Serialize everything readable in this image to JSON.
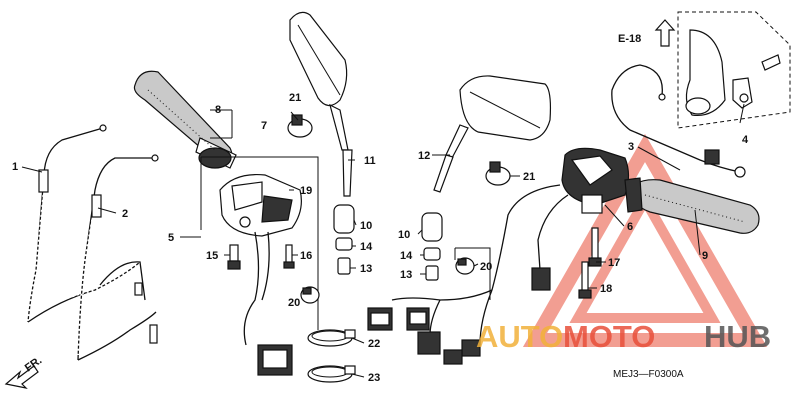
{
  "callouts": [
    {
      "id": "label-1",
      "text": "1"
    },
    {
      "id": "label-2",
      "text": "2"
    },
    {
      "id": "label-3",
      "text": "3"
    },
    {
      "id": "label-4",
      "text": "4"
    },
    {
      "id": "label-5",
      "text": "5"
    },
    {
      "id": "label-6",
      "text": "6"
    },
    {
      "id": "label-7",
      "text": "7"
    },
    {
      "id": "label-8",
      "text": "8"
    },
    {
      "id": "label-9",
      "text": "9"
    },
    {
      "id": "label-10a",
      "text": "10"
    },
    {
      "id": "label-10b",
      "text": "10"
    },
    {
      "id": "label-11",
      "text": "11"
    },
    {
      "id": "label-12",
      "text": "12"
    },
    {
      "id": "label-13a",
      "text": "13"
    },
    {
      "id": "label-13b",
      "text": "13"
    },
    {
      "id": "label-14a",
      "text": "14"
    },
    {
      "id": "label-14b",
      "text": "14"
    },
    {
      "id": "label-15",
      "text": "15"
    },
    {
      "id": "label-16",
      "text": "16"
    },
    {
      "id": "label-17",
      "text": "17"
    },
    {
      "id": "label-18",
      "text": "18"
    },
    {
      "id": "label-19",
      "text": "19"
    },
    {
      "id": "label-20a",
      "text": "20"
    },
    {
      "id": "label-20b",
      "text": "20"
    },
    {
      "id": "label-21a",
      "text": "21"
    },
    {
      "id": "label-21b",
      "text": "21"
    },
    {
      "id": "label-22",
      "text": "22"
    },
    {
      "id": "label-23",
      "text": "23"
    }
  ],
  "ref_label": "E-18",
  "front_label": "FR.",
  "diagram_code": "MEJ3—F0300A",
  "watermark": {
    "part1": "AUTO",
    "part2": "MOTO",
    "part3": "HUB",
    "color1": "#f2b13a",
    "color2": "#e8503a",
    "color3": "#555555",
    "triangle_color": "#e8503a"
  }
}
